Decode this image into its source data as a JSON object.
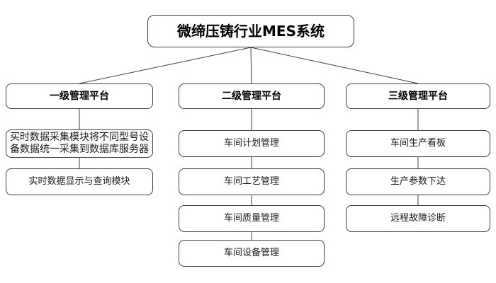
{
  "diagram": {
    "title": "微缔压铸行业MES系统",
    "columns": [
      {
        "header": "一级管理平台",
        "children": [
          "买时数据采集模块将不同型号设备数据统一采集到数据库服务器",
          "实时数据显示与查询模块"
        ]
      },
      {
        "header": "二级管理平台",
        "children": [
          "车间计划管理",
          "车间工艺管理",
          "车间质量管理",
          "车间设备管理"
        ]
      },
      {
        "header": "三级管理平台",
        "children": [
          "车间生产看板",
          "生产参数下达",
          "远程故障诊断"
        ]
      }
    ],
    "colors": {
      "border": "#404040",
      "line": "#404040",
      "background": "#ffffff",
      "text": "#000000"
    }
  }
}
